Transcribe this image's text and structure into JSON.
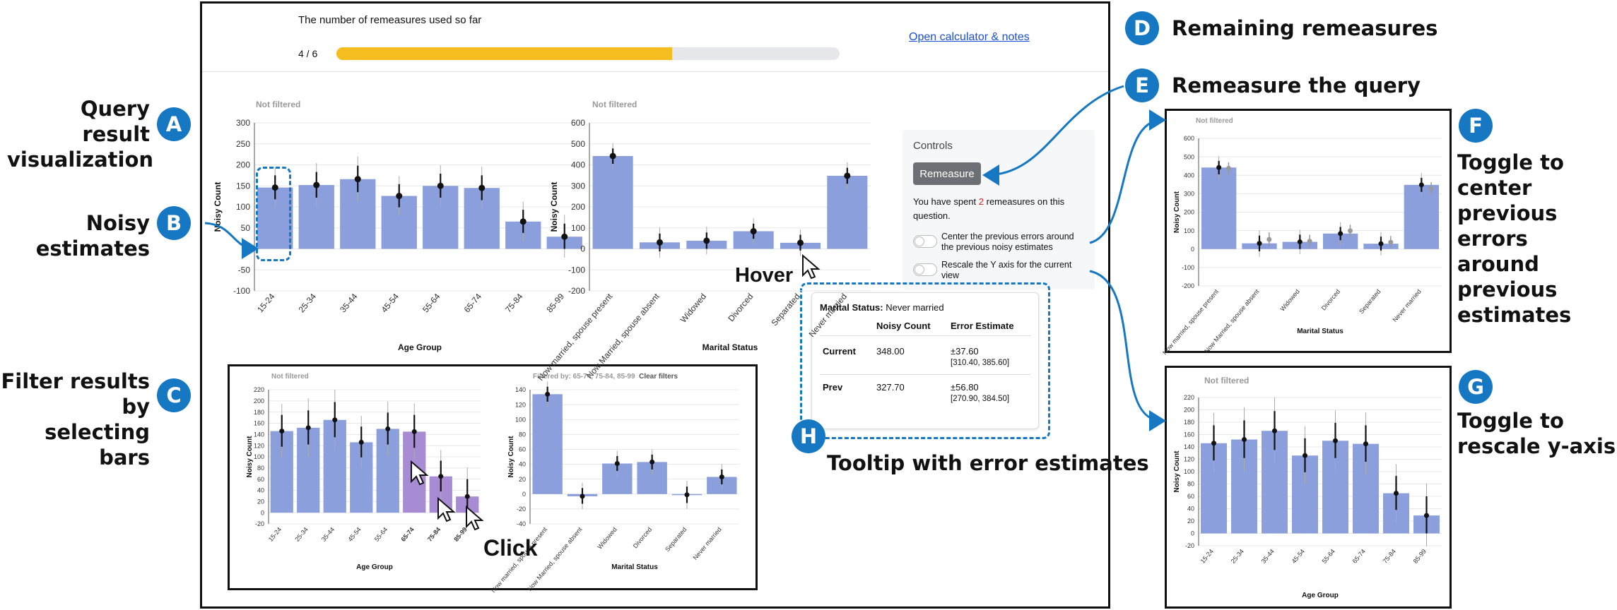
{
  "progress": {
    "title": "The number of remeasures used so far",
    "count_text": "4 / 6",
    "fraction": 0.667,
    "fill_color": "#f5bd1f",
    "track_color": "#e6e7ea"
  },
  "calculator_link": "Open calculator & notes",
  "controls": {
    "title": "Controls",
    "remeasure_label": "Remeasure",
    "spent_prefix": "You have spent ",
    "spent_count": "2",
    "spent_suffix": " remeasures on this",
    "spent_line2": "question.",
    "toggle_center_line1": "Center the previous errors around",
    "toggle_center_line2": "the previous noisy estimates",
    "toggle_rescale_line1": "Rescale the Y axis for the current",
    "toggle_rescale_line2": "view"
  },
  "tooltip": {
    "title_key": "Marital Status:",
    "title_value": "Never married",
    "col_noisy": "Noisy Count",
    "col_error": "Error Estimate",
    "row1_label": "Current",
    "row1_count": "348.00",
    "row1_error": "±37.60",
    "row1_range": "[310.40, 385.60]",
    "row2_label": "Prev",
    "row2_count": "327.70",
    "row2_error": "±56.80",
    "row2_range": "[270.90, 384.50]"
  },
  "callouts": {
    "a_letter": "A",
    "a_line1": "Query result",
    "a_line2": "visualization",
    "b_letter": "B",
    "b_text": "Noisy estimates",
    "c_letter": "C",
    "c_line1": "Filter results by",
    "c_line2": "selecting bars",
    "d_letter": "D",
    "d_text": "Remaining remeasures",
    "e_letter": "E",
    "e_text": "Remeasure the query",
    "f_letter": "F",
    "f_line1": "Toggle to center",
    "f_line2": "previous errors",
    "f_line3": "around previous",
    "f_line4": "estimates",
    "g_letter": "G",
    "g_line1": "Toggle to",
    "g_line2": "rescale y-axis",
    "h_letter": "H",
    "h_text": "Tooltip with error estimates",
    "hover_text": "Hover",
    "click_text": "Click"
  },
  "colors": {
    "accent": "#1678c2",
    "bar": "#8b9fdc",
    "bar_selected": "#a88cd3",
    "progress": "#f5bd1f"
  },
  "filter_labels": {
    "not_filtered": "Not filtered",
    "filtered_by": "Filtered by: 65-74, 75-84, 85-99",
    "clear_filters": "Clear filters"
  },
  "chart_data": [
    {
      "id": "age_main",
      "type": "bar",
      "xlabel": "Age Group",
      "ylabel": "Noisy Count",
      "categories": [
        "15-24",
        "25-34",
        "35-44",
        "45-54",
        "55-64",
        "65-74",
        "75-84",
        "85-99"
      ],
      "values": [
        146,
        152,
        166,
        126,
        150,
        145,
        65,
        29
      ],
      "error_low": [
        118,
        122,
        135,
        99,
        122,
        116,
        38,
        0
      ],
      "error_high": [
        175,
        183,
        198,
        154,
        179,
        175,
        93,
        60
      ],
      "ylim": [
        -100,
        300
      ],
      "yticks": [
        -100,
        -50,
        0,
        50,
        100,
        150,
        200,
        250,
        300
      ]
    },
    {
      "id": "marital_main",
      "type": "bar",
      "xlabel": "Marital Status",
      "ylabel": "Noisy Count",
      "categories": [
        "Now married, spouse present",
        "Now Married, spouse absent",
        "Widowed",
        "Divorced",
        "Separated",
        "Never married"
      ],
      "values": [
        442,
        31,
        39,
        84,
        29,
        348
      ],
      "error_low": [
        405,
        -12,
        0,
        48,
        -8,
        310
      ],
      "error_high": [
        478,
        73,
        78,
        120,
        67,
        386
      ],
      "ylim": [
        -200,
        600
      ],
      "yticks": [
        -200,
        -100,
        0,
        100,
        200,
        300,
        400,
        500,
        600
      ]
    },
    {
      "id": "age_filter",
      "type": "bar",
      "xlabel": "Age Group",
      "ylabel": "Noisy Count",
      "categories": [
        "15-24",
        "25-34",
        "35-44",
        "45-54",
        "55-64",
        "65-74",
        "75-84",
        "85-99"
      ],
      "values": [
        146,
        152,
        166,
        126,
        150,
        145,
        65,
        29
      ],
      "error_low": [
        118,
        122,
        135,
        99,
        122,
        116,
        38,
        0
      ],
      "error_high": [
        175,
        183,
        198,
        154,
        179,
        175,
        93,
        60
      ],
      "selected": [
        "65-74",
        "75-84",
        "85-99"
      ],
      "ylim": [
        -20,
        220
      ],
      "yticks": [
        -20,
        0,
        20,
        40,
        60,
        80,
        100,
        120,
        140,
        160,
        180,
        200,
        220
      ]
    },
    {
      "id": "marital_filter",
      "type": "bar",
      "xlabel": "Marital Status",
      "ylabel": "Noisy Count",
      "categories": [
        "Now married, spouse present",
        "Now Married, spouse absent",
        "Widowed",
        "Divorced",
        "Separated",
        "Never married"
      ],
      "values": [
        134,
        -3,
        41,
        43,
        -1,
        23
      ],
      "error_low": [
        124,
        -13,
        31,
        33,
        -12,
        13
      ],
      "error_high": [
        144,
        8,
        51,
        53,
        10,
        33
      ],
      "ylim": [
        -40,
        140
      ],
      "yticks": [
        -40,
        -20,
        0,
        20,
        40,
        60,
        80,
        100,
        120,
        140
      ]
    },
    {
      "id": "marital_centered",
      "type": "bar",
      "xlabel": "Marital Status",
      "ylabel": "Noisy Count",
      "categories": [
        "Now married, spouse present",
        "Now Married, spouse absent",
        "Widowed",
        "Divorced",
        "Separated",
        "Never married"
      ],
      "values": [
        442,
        31,
        39,
        84,
        29,
        348
      ],
      "error_low": [
        405,
        -12,
        0,
        48,
        -8,
        310
      ],
      "error_high": [
        478,
        73,
        78,
        120,
        67,
        386
      ],
      "prev_values": [
        438,
        52,
        42,
        99,
        37,
        328
      ],
      "ylim": [
        -200,
        600
      ],
      "yticks": [
        -200,
        -100,
        0,
        100,
        200,
        300,
        400,
        500,
        600
      ]
    },
    {
      "id": "age_rescaled",
      "type": "bar",
      "xlabel": "Age Group",
      "ylabel": "Noisy Count",
      "categories": [
        "15-24",
        "25-34",
        "35-44",
        "45-54",
        "55-64",
        "65-74",
        "75-84",
        "85-99"
      ],
      "values": [
        146,
        152,
        166,
        126,
        150,
        145,
        65,
        29
      ],
      "error_low": [
        118,
        122,
        135,
        99,
        122,
        116,
        38,
        0
      ],
      "error_high": [
        175,
        183,
        198,
        154,
        179,
        175,
        93,
        60
      ],
      "ylim": [
        -20,
        220
      ],
      "yticks": [
        -20,
        0,
        20,
        40,
        60,
        80,
        100,
        120,
        140,
        160,
        180,
        200,
        220
      ]
    }
  ]
}
